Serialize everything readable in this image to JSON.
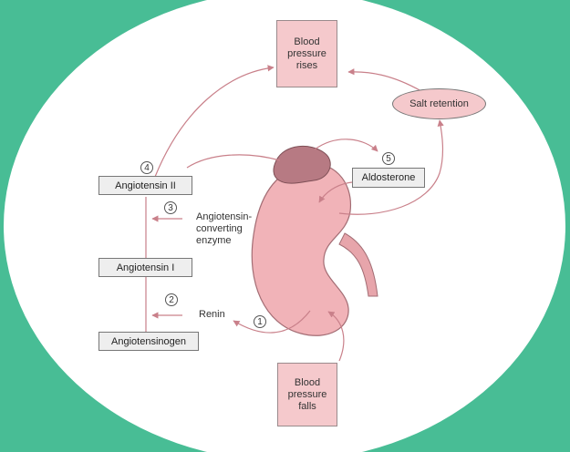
{
  "nodes": {
    "bp_rises": "Blood pressure rises",
    "bp_falls": "Blood pressure falls",
    "salt_retention": "Salt retention",
    "aldosterone": "Aldosterone",
    "angiotensin_ii": "Angiotensin II",
    "angiotensin_i": "Angiotensin I",
    "angiotensinogen": "Angiotensinogen",
    "ace": "Angiotensin-converting enzyme",
    "renin": "Renin"
  },
  "steps": [
    "1",
    "2",
    "3",
    "4",
    "5"
  ],
  "colors": {
    "background": "#48bd95",
    "ellipse": "#ffffff",
    "pink_box": "#f5c9cc",
    "gray_box": "#eeeeee",
    "arrow": "#c9808a",
    "kidney": "#f1b3b8",
    "adrenal": "#b77a83"
  }
}
